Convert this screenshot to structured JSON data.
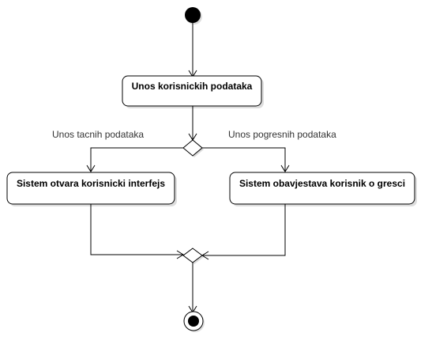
{
  "diagram": {
    "type": "UML activity diagram",
    "nodes": {
      "start": {
        "kind": "initial"
      },
      "input": {
        "kind": "action",
        "label": "Unos korisnickih podataka"
      },
      "decision": {
        "kind": "decision"
      },
      "success": {
        "kind": "action",
        "label": "Sistem otvara korisnicki interfejs"
      },
      "error": {
        "kind": "action",
        "label": "Sistem obavjestava korisnik o gresci"
      },
      "merge": {
        "kind": "merge"
      },
      "end": {
        "kind": "final"
      }
    },
    "edges": {
      "valid": {
        "from": "decision",
        "to": "success",
        "label": "Unos tacnih podataka"
      },
      "invalid": {
        "from": "decision",
        "to": "error",
        "label": "Unos pogresnih podataka"
      }
    },
    "colors": {
      "stroke": "#000000",
      "fill": "#ffffff",
      "label": "#333333",
      "shadow": "#b3b3b3"
    }
  }
}
